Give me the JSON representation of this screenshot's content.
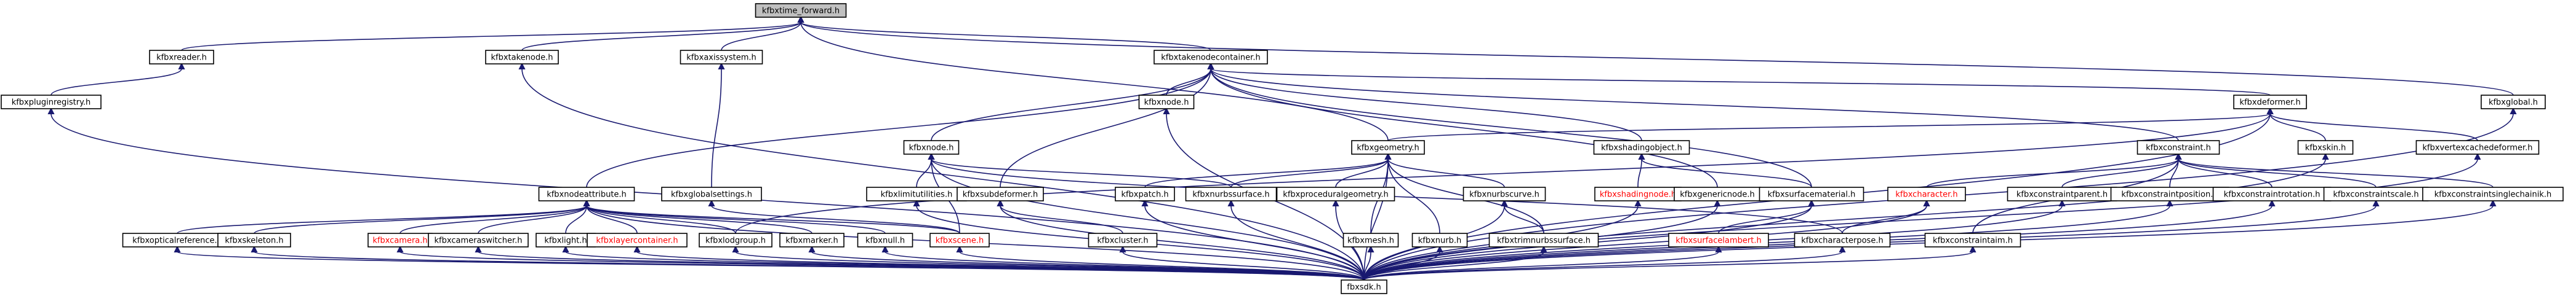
{
  "graph": {
    "nodes": [
      {
        "id": "kfbxtime_forward",
        "label": "kfbxtime_forward.h",
        "style": "root"
      },
      {
        "id": "kfbxreader",
        "label": "kfbxreader.h"
      },
      {
        "id": "kfbxtakenode",
        "label": "kfbxtakenode.h"
      },
      {
        "id": "kfbxaxissystem",
        "label": "kfbxaxissystem.h"
      },
      {
        "id": "kfbxtakenodecontainer",
        "label": "kfbxtakenodecontainer.h"
      },
      {
        "id": "kfbxplugin",
        "label": "kfbxpluginregistry.h"
      },
      {
        "id": "kfbxnodes",
        "label": "kfbxnode.h"
      },
      {
        "id": "kfbxdeformer",
        "label": "kfbxdeformer.h"
      },
      {
        "id": "kfbxglobal",
        "label": "kfbxglobal.h"
      },
      {
        "id": "kfbxnode",
        "label": "kfbxnode.h"
      },
      {
        "id": "kfbxgeometry",
        "label": "kfbxgeometry.h"
      },
      {
        "id": "kfbxshadingobject",
        "label": "kfbxshadingobject.h"
      },
      {
        "id": "kfbxconstraint",
        "label": "kfbxconstraint.h"
      },
      {
        "id": "kfbxskin",
        "label": "kfbxskin.h"
      },
      {
        "id": "kfbxvertexcachedeformer",
        "label": "kfbxvertexcachedeformer.h"
      },
      {
        "id": "kfbxnodeattribute",
        "label": "kfbxnodeattribute.h"
      },
      {
        "id": "kfbxglobalsettings",
        "label": "kfbxglobalsettings.h"
      },
      {
        "id": "kfbxlimitutilities",
        "label": "kfbxlimitutilities.h"
      },
      {
        "id": "kfbxsubdeformer",
        "label": "kfbxsubdeformer.h"
      },
      {
        "id": "kfbxpatch",
        "label": "kfbxpatch.h"
      },
      {
        "id": "kfbxnurbssurface",
        "label": "kfbxnurbssurface.h"
      },
      {
        "id": "kfbxproceduralgeometry",
        "label": "kfbxproceduralgeometry.h"
      },
      {
        "id": "kfbxnurbscurve",
        "label": "kfbxnurbscurve.h"
      },
      {
        "id": "kfbxshadingnode",
        "label": "kfbxshadingnode.h",
        "style": "undoc"
      },
      {
        "id": "kfbxgenericnode",
        "label": "kfbxgenericnode.h"
      },
      {
        "id": "kfbxsurfacematerial",
        "label": "kfbxsurfacematerial.h"
      },
      {
        "id": "kfbxcharacter",
        "label": "kfbxcharacter.h",
        "style": "undoc"
      },
      {
        "id": "kfbxconstraintparent",
        "label": "kfbxconstraintparent.h"
      },
      {
        "id": "kfbxconstraintposition",
        "label": "kfbxconstraintposition.h"
      },
      {
        "id": "kfbxconstraintrotation",
        "label": "kfbxconstraintrotation.h"
      },
      {
        "id": "kfbxconstraintscale",
        "label": "kfbxconstraintscale.h"
      },
      {
        "id": "kfbxconstraintsinglechainik",
        "label": "kfbxconstraintsinglechainik.h"
      },
      {
        "id": "kfbxopticalreference",
        "label": "kfbxopticalreference.h"
      },
      {
        "id": "kfbxskeleton",
        "label": "kfbxskeleton.h"
      },
      {
        "id": "kfbxcamera",
        "label": "kfbxcamera.h",
        "style": "undoc"
      },
      {
        "id": "kfbxcameraswitcher",
        "label": "kfbxcameraswitcher.h"
      },
      {
        "id": "kfbxlight",
        "label": "kfbxlight.h"
      },
      {
        "id": "kfbxlayercontainer",
        "label": "kfbxlayercontainer.h",
        "style": "undoc"
      },
      {
        "id": "kfbxlodgroup",
        "label": "kfbxlodgroup.h"
      },
      {
        "id": "kfbxmarker",
        "label": "kfbxmarker.h"
      },
      {
        "id": "kfbxnull",
        "label": "kfbxnull.h"
      },
      {
        "id": "kfbxscene",
        "label": "kfbxscene.h",
        "style": "undoc"
      },
      {
        "id": "kfbxcluster",
        "label": "kfbxcluster.h"
      },
      {
        "id": "kfbxmesh",
        "label": "kfbxmesh.h"
      },
      {
        "id": "kfbxnurb",
        "label": "kfbxnurb.h"
      },
      {
        "id": "kfbxtrimnurbssurface",
        "label": "kfbxtrimnurbssurface.h"
      },
      {
        "id": "kfbxsurfacelambert",
        "label": "kfbxsurfacelambert.h",
        "style": "undoc"
      },
      {
        "id": "kfbxcharacterpose",
        "label": "kfbxcharacterpose.h"
      },
      {
        "id": "kfbxconstraintaim",
        "label": "kfbxconstraintaim.h"
      },
      {
        "id": "kfbxsdk",
        "label": "fbxsdk.h"
      }
    ],
    "edges": [
      [
        "kfbxtime_forward",
        "kfbxreader"
      ],
      [
        "kfbxtime_forward",
        "kfbxtakenode"
      ],
      [
        "kfbxtime_forward",
        "kfbxaxissystem"
      ],
      [
        "kfbxtime_forward",
        "kfbxtakenodecontainer"
      ],
      [
        "kfbxtime_forward",
        "kfbxglobal"
      ],
      [
        "kfbxtime_forward",
        "kfbxgeometry"
      ],
      [
        "kfbxreader",
        "kfbxplugin"
      ],
      [
        "kfbxtakenode",
        "kfbxsdk"
      ],
      [
        "kfbxaxissystem",
        "kfbxglobalsettings"
      ],
      [
        "kfbxtakenodecontainer",
        "kfbxnodes"
      ],
      [
        "kfbxtakenodecontainer",
        "kfbxdeformer"
      ],
      [
        "kfbxtakenodecontainer",
        "kfbxnode"
      ],
      [
        "kfbxtakenodecontainer",
        "kfbxshadingobject"
      ],
      [
        "kfbxtakenodecontainer",
        "kfbxconstraint"
      ],
      [
        "kfbxtakenodecontainer",
        "kfbxnodeattribute"
      ],
      [
        "kfbxtakenodecontainer",
        "kfbxsubdeformer"
      ],
      [
        "kfbxtakenodecontainer",
        "kfbxgenericnode"
      ],
      [
        "kfbxtakenodecontainer",
        "kfbxsurfacematerial"
      ],
      [
        "kfbxplugin",
        "kfbxsdk"
      ],
      [
        "kfbxnodes",
        "kfbxsdk"
      ],
      [
        "kfbxdeformer",
        "kfbxskin"
      ],
      [
        "kfbxdeformer",
        "kfbxvertexcachedeformer"
      ],
      [
        "kfbxdeformer",
        "kfbxgeometry"
      ],
      [
        "kfbxdeformer",
        "kfbxsdk"
      ],
      [
        "kfbxdeformer",
        "kfbxlodgroup"
      ],
      [
        "kfbxglobal",
        "kfbxsdk"
      ],
      [
        "kfbxnode",
        "kfbxlimitutilities"
      ],
      [
        "kfbxnode",
        "kfbxscene"
      ],
      [
        "kfbxnode",
        "kfbxnurbssurface"
      ],
      [
        "kfbxnode",
        "kfbxcharacterpose"
      ],
      [
        "kfbxnode",
        "kfbxsdk"
      ],
      [
        "kfbxgeometry",
        "kfbxpatch"
      ],
      [
        "kfbxgeometry",
        "kfbxnurbssurface"
      ],
      [
        "kfbxgeometry",
        "kfbxproceduralgeometry"
      ],
      [
        "kfbxgeometry",
        "kfbxnurbscurve"
      ],
      [
        "kfbxgeometry",
        "kfbxmesh"
      ],
      [
        "kfbxgeometry",
        "kfbxnurb"
      ],
      [
        "kfbxgeometry",
        "kfbxtrimnurbssurface"
      ],
      [
        "kfbxgeometry",
        "kfbxsdk"
      ],
      [
        "kfbxshadingobject",
        "kfbxshadingnode"
      ],
      [
        "kfbxshadingobject",
        "kfbxsurfacematerial"
      ],
      [
        "kfbxconstraint",
        "kfbxcharacter"
      ],
      [
        "kfbxconstraint",
        "kfbxconstraintparent"
      ],
      [
        "kfbxconstraint",
        "kfbxconstraintposition"
      ],
      [
        "kfbxconstraint",
        "kfbxconstraintrotation"
      ],
      [
        "kfbxconstraint",
        "kfbxconstraintscale"
      ],
      [
        "kfbxconstraint",
        "kfbxconstraintsinglechainik"
      ],
      [
        "kfbxconstraint",
        "kfbxconstraintaim"
      ],
      [
        "kfbxskin",
        "kfbxsdk"
      ],
      [
        "kfbxvertexcachedeformer",
        "kfbxsdk"
      ],
      [
        "kfbxnodeattribute",
        "kfbxopticalreference"
      ],
      [
        "kfbxnodeattribute",
        "kfbxskeleton"
      ],
      [
        "kfbxnodeattribute",
        "kfbxcamera"
      ],
      [
        "kfbxnodeattribute",
        "kfbxcameraswitcher"
      ],
      [
        "kfbxnodeattribute",
        "kfbxlight"
      ],
      [
        "kfbxnodeattribute",
        "kfbxlayercontainer"
      ],
      [
        "kfbxnodeattribute",
        "kfbxlodgroup"
      ],
      [
        "kfbxnodeattribute",
        "kfbxmarker"
      ],
      [
        "kfbxnodeattribute",
        "kfbxnull"
      ],
      [
        "kfbxnodeattribute",
        "kfbxscene"
      ],
      [
        "kfbxnodeattribute",
        "kfbxsdk"
      ],
      [
        "kfbxglobalsettings",
        "kfbxscene"
      ],
      [
        "kfbxlimitutilities",
        "kfbxsdk"
      ],
      [
        "kfbxsubdeformer",
        "kfbxcluster"
      ],
      [
        "kfbxsubdeformer",
        "kfbxsdk"
      ],
      [
        "kfbxpatch",
        "kfbxsdk"
      ],
      [
        "kfbxnurbssurface",
        "kfbxsdk"
      ],
      [
        "kfbxproceduralgeometry",
        "kfbxsdk"
      ],
      [
        "kfbxnurbscurve",
        "kfbxtrimnurbssurface"
      ],
      [
        "kfbxnurbscurve",
        "kfbxsdk"
      ],
      [
        "kfbxshadingnode",
        "kfbxsdk"
      ],
      [
        "kfbxgenericnode",
        "kfbxsdk"
      ],
      [
        "kfbxsurfacematerial",
        "kfbxsurfacelambert"
      ],
      [
        "kfbxsurfacematerial",
        "kfbxsdk"
      ],
      [
        "kfbxcharacter",
        "kfbxcharacterpose"
      ],
      [
        "kfbxcharacter",
        "kfbxsdk"
      ],
      [
        "kfbxconstraintparent",
        "kfbxsdk"
      ],
      [
        "kfbxconstraintposition",
        "kfbxsdk"
      ],
      [
        "kfbxconstraintrotation",
        "kfbxsdk"
      ],
      [
        "kfbxconstraintscale",
        "kfbxsdk"
      ],
      [
        "kfbxconstraintsinglechainik",
        "kfbxsdk"
      ],
      [
        "kfbxopticalreference",
        "kfbxsdk"
      ],
      [
        "kfbxskeleton",
        "kfbxsdk"
      ],
      [
        "kfbxcamera",
        "kfbxsdk"
      ],
      [
        "kfbxcameraswitcher",
        "kfbxsdk"
      ],
      [
        "kfbxlight",
        "kfbxsdk"
      ],
      [
        "kfbxlayercontainer",
        "kfbxsdk"
      ],
      [
        "kfbxlodgroup",
        "kfbxsdk"
      ],
      [
        "kfbxmarker",
        "kfbxsdk"
      ],
      [
        "kfbxnull",
        "kfbxsdk"
      ],
      [
        "kfbxscene",
        "kfbxsdk"
      ],
      [
        "kfbxcluster",
        "kfbxsdk"
      ],
      [
        "kfbxmesh",
        "kfbxsdk"
      ],
      [
        "kfbxnurb",
        "kfbxsdk"
      ],
      [
        "kfbxtrimnurbssurface",
        "kfbxsdk"
      ],
      [
        "kfbxsurfacelambert",
        "kfbxsdk"
      ],
      [
        "kfbxcharacterpose",
        "kfbxsdk"
      ],
      [
        "kfbxconstraintaim",
        "kfbxsdk"
      ]
    ]
  }
}
